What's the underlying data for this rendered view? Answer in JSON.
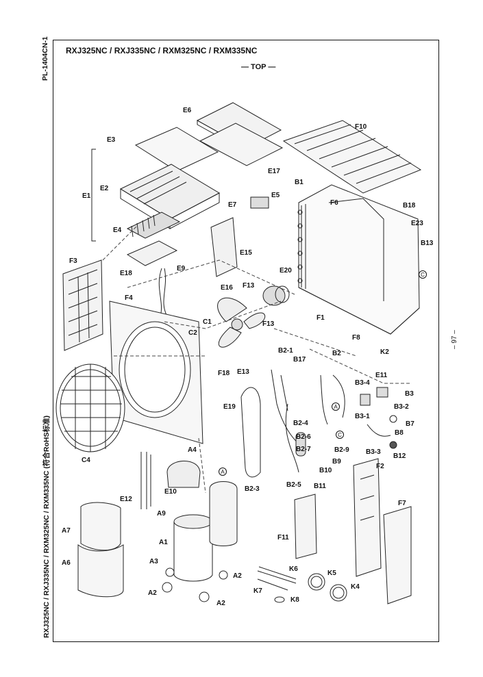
{
  "doc_code": "PL-1404CN-1",
  "title": "RXJ325NC / RXJ335NC / RXM325NC / RXM335NC",
  "side_title": "RXJ325NC / RXJ335NC / RXM325NC / RXM335NC (符合RoHS标准)",
  "top_label": "— TOP —",
  "page_number": "– 97 –",
  "part_labels": {
    "E6": "E6",
    "E3": "E3",
    "E1": "E1",
    "E2": "E2",
    "E4": "E4",
    "E18": "E18",
    "E9": "E9",
    "E7": "E7",
    "E5": "E5",
    "E15": "E15",
    "E16": "E16",
    "E17": "E17",
    "E20": "E20",
    "F10": "F10",
    "B1": "B1",
    "F6": "F6",
    "B18": "B18",
    "E23": "E23",
    "B13": "B13",
    "F13a": "F13",
    "F13b": "F13",
    "F1": "F1",
    "F8": "F8",
    "K2": "K2",
    "F3": "F3",
    "F4": "F4",
    "C1": "C1",
    "C2": "C2",
    "F18": "F18",
    "E13": "E13",
    "E19": "E19",
    "C4": "C4",
    "B2-1": "B2-1",
    "B17": "B17",
    "B2": "B2",
    "B3-4": "B3-4",
    "E11": "E11",
    "B3": "B3",
    "B3-2": "B3-2",
    "B3-1": "B3-1",
    "B7": "B7",
    "B8": "B8",
    "B2-4": "B2-4",
    "B2-6": "B2-6",
    "B2-7": "B2-7",
    "B2-9": "B2-9",
    "B3-3": "B3-3",
    "B12": "B12",
    "B9": "B9",
    "B10": "B10",
    "B2-3": "B2-3",
    "B2-5": "B2-5",
    "B11": "B11",
    "A4": "A4",
    "E12": "E12",
    "E10": "E10",
    "A9": "A9",
    "F2": "F2",
    "F11": "F11",
    "F7": "F7",
    "A7": "A7",
    "A6": "A6",
    "A1": "A1",
    "A3": "A3",
    "A2a": "A2",
    "A2b": "A2",
    "A2c": "A2",
    "K6": "K6",
    "K5": "K5",
    "K7": "K7",
    "K4": "K4",
    "K8": "K8"
  },
  "circle_marks": {
    "A": "A",
    "C": "C"
  }
}
